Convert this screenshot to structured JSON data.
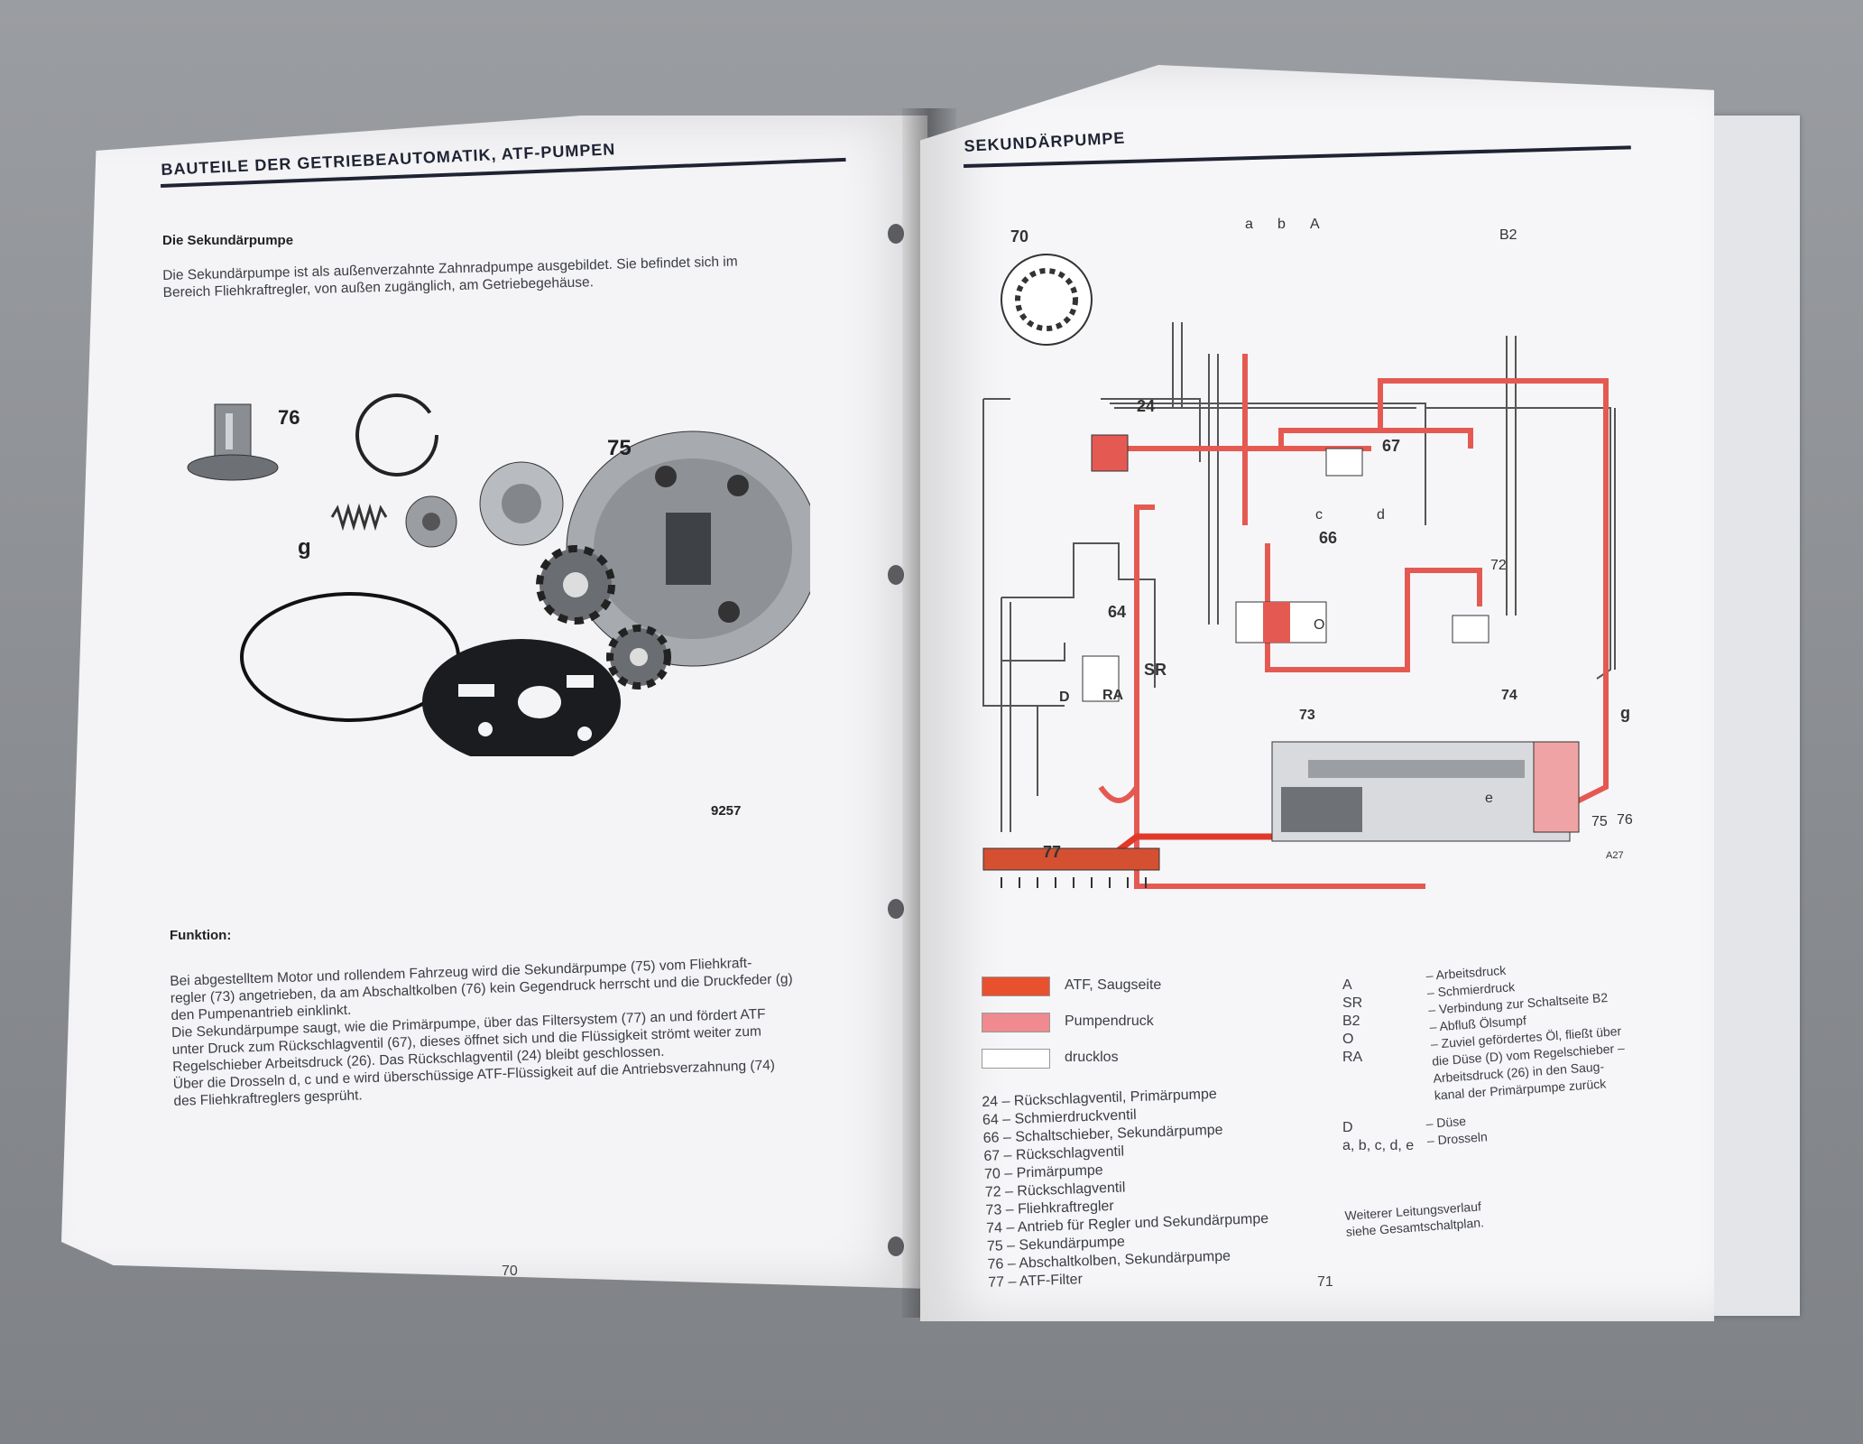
{
  "left_page": {
    "header": "BAUTEILE DER GETRIEBEAUTOMATIK, ATF-PUMPEN",
    "subtitle": "Die Sekundärpumpe",
    "intro_line1": "Die Sekundärpumpe ist als außenverzahnte Zahnradpumpe ausgebildet. Sie befindet sich im",
    "intro_line2": "Bereich Fliehkraftregler, von außen zugänglich, am Getriebegehäuse.",
    "parts_labels": {
      "p76": "76",
      "p75": "75",
      "pg": "g",
      "fig": "9257"
    },
    "funktion_title": "Funktion:",
    "funktion_lines": [
      "Bei abgestelltem Motor und rollendem Fahrzeug wird die Sekundärpumpe (75) vom Fliehkraft-",
      "regler (73) angetrieben, da am Abschaltkolben (76) kein Gegendruck herrscht und die Druckfeder (g)",
      "den Pumpenantrieb einklinkt.",
      "Die Sekundärpumpe saugt, wie die Primärpumpe, über das Filtersystem (77) an und fördert ATF",
      "unter Druck zum Rückschlagventil (67), dieses öffnet sich und die Flüssigkeit strömt weiter zum",
      "Regelschieber Arbeitsdruck (26). Das Rückschlagventil (24) bleibt geschlossen.",
      "Über die Drosseln d, c und e wird überschüssige ATF-Flüssigkeit auf die Antriebsverzahnung (74)",
      "des Fliehkraftreglers gesprüht."
    ],
    "page_number": "70"
  },
  "right_page": {
    "header": "SEKUNDÄRPUMPE",
    "diagram_labels": {
      "n70": "70",
      "a": "a",
      "b": "b",
      "A": "A",
      "B2": "B2",
      "n24": "24",
      "n67": "67",
      "c": "c",
      "d": "d",
      "n66": "66",
      "n72": "72",
      "O": "O",
      "n64": "64",
      "SR": "SR",
      "D": "D",
      "RA": "RA",
      "n73": "73",
      "n74": "74",
      "g": "g",
      "e": "e",
      "n75": "75",
      "n76": "76",
      "n77": "77",
      "fig": "A27"
    },
    "legend": [
      {
        "label": "ATF, Saugseite",
        "color": "#e8502e"
      },
      {
        "label": "Pumpendruck",
        "color": "#ee8a90"
      },
      {
        "label": "drucklos",
        "color": "#ffffff"
      }
    ],
    "abbrev_keys": [
      "A",
      "SR",
      "B2",
      "O",
      "RA"
    ],
    "abbrev_values": [
      "– Arbeitsdruck",
      "– Schmierdruck",
      "– Verbindung zur Schaltseite B2",
      "– Abfluß Ölsumpf",
      "– Zuviel gefördertes Öl, fließt über",
      "die Düse (D) vom Regelschieber –",
      "Arbeitsdruck (26) in den Saug-",
      "kanal der Primärpumpe zurück"
    ],
    "abbrev2_keys": [
      "D",
      "a, b, c, d, e"
    ],
    "abbrev2_values": [
      "– Düse",
      "– Drosseln"
    ],
    "parts_list": [
      "24 – Rückschlagventil, Primärpumpe",
      "64 – Schmierdruckventil",
      "66 – Schaltschieber, Sekundärpumpe",
      "67 – Rückschlagventil",
      "70 – Primärpumpe",
      "72 – Rückschlagventil",
      "73 – Fliehkraftregler",
      "74 – Antrieb für Regler und Sekundärpumpe",
      "75 – Sekundärpumpe",
      "76 – Abschaltkolben, Sekundärpumpe",
      "77 – ATF-Filter"
    ],
    "note_line1": "Weiterer Leitungsverlauf",
    "note_line2": "siehe Gesamtschaltplan.",
    "page_number": "71"
  }
}
